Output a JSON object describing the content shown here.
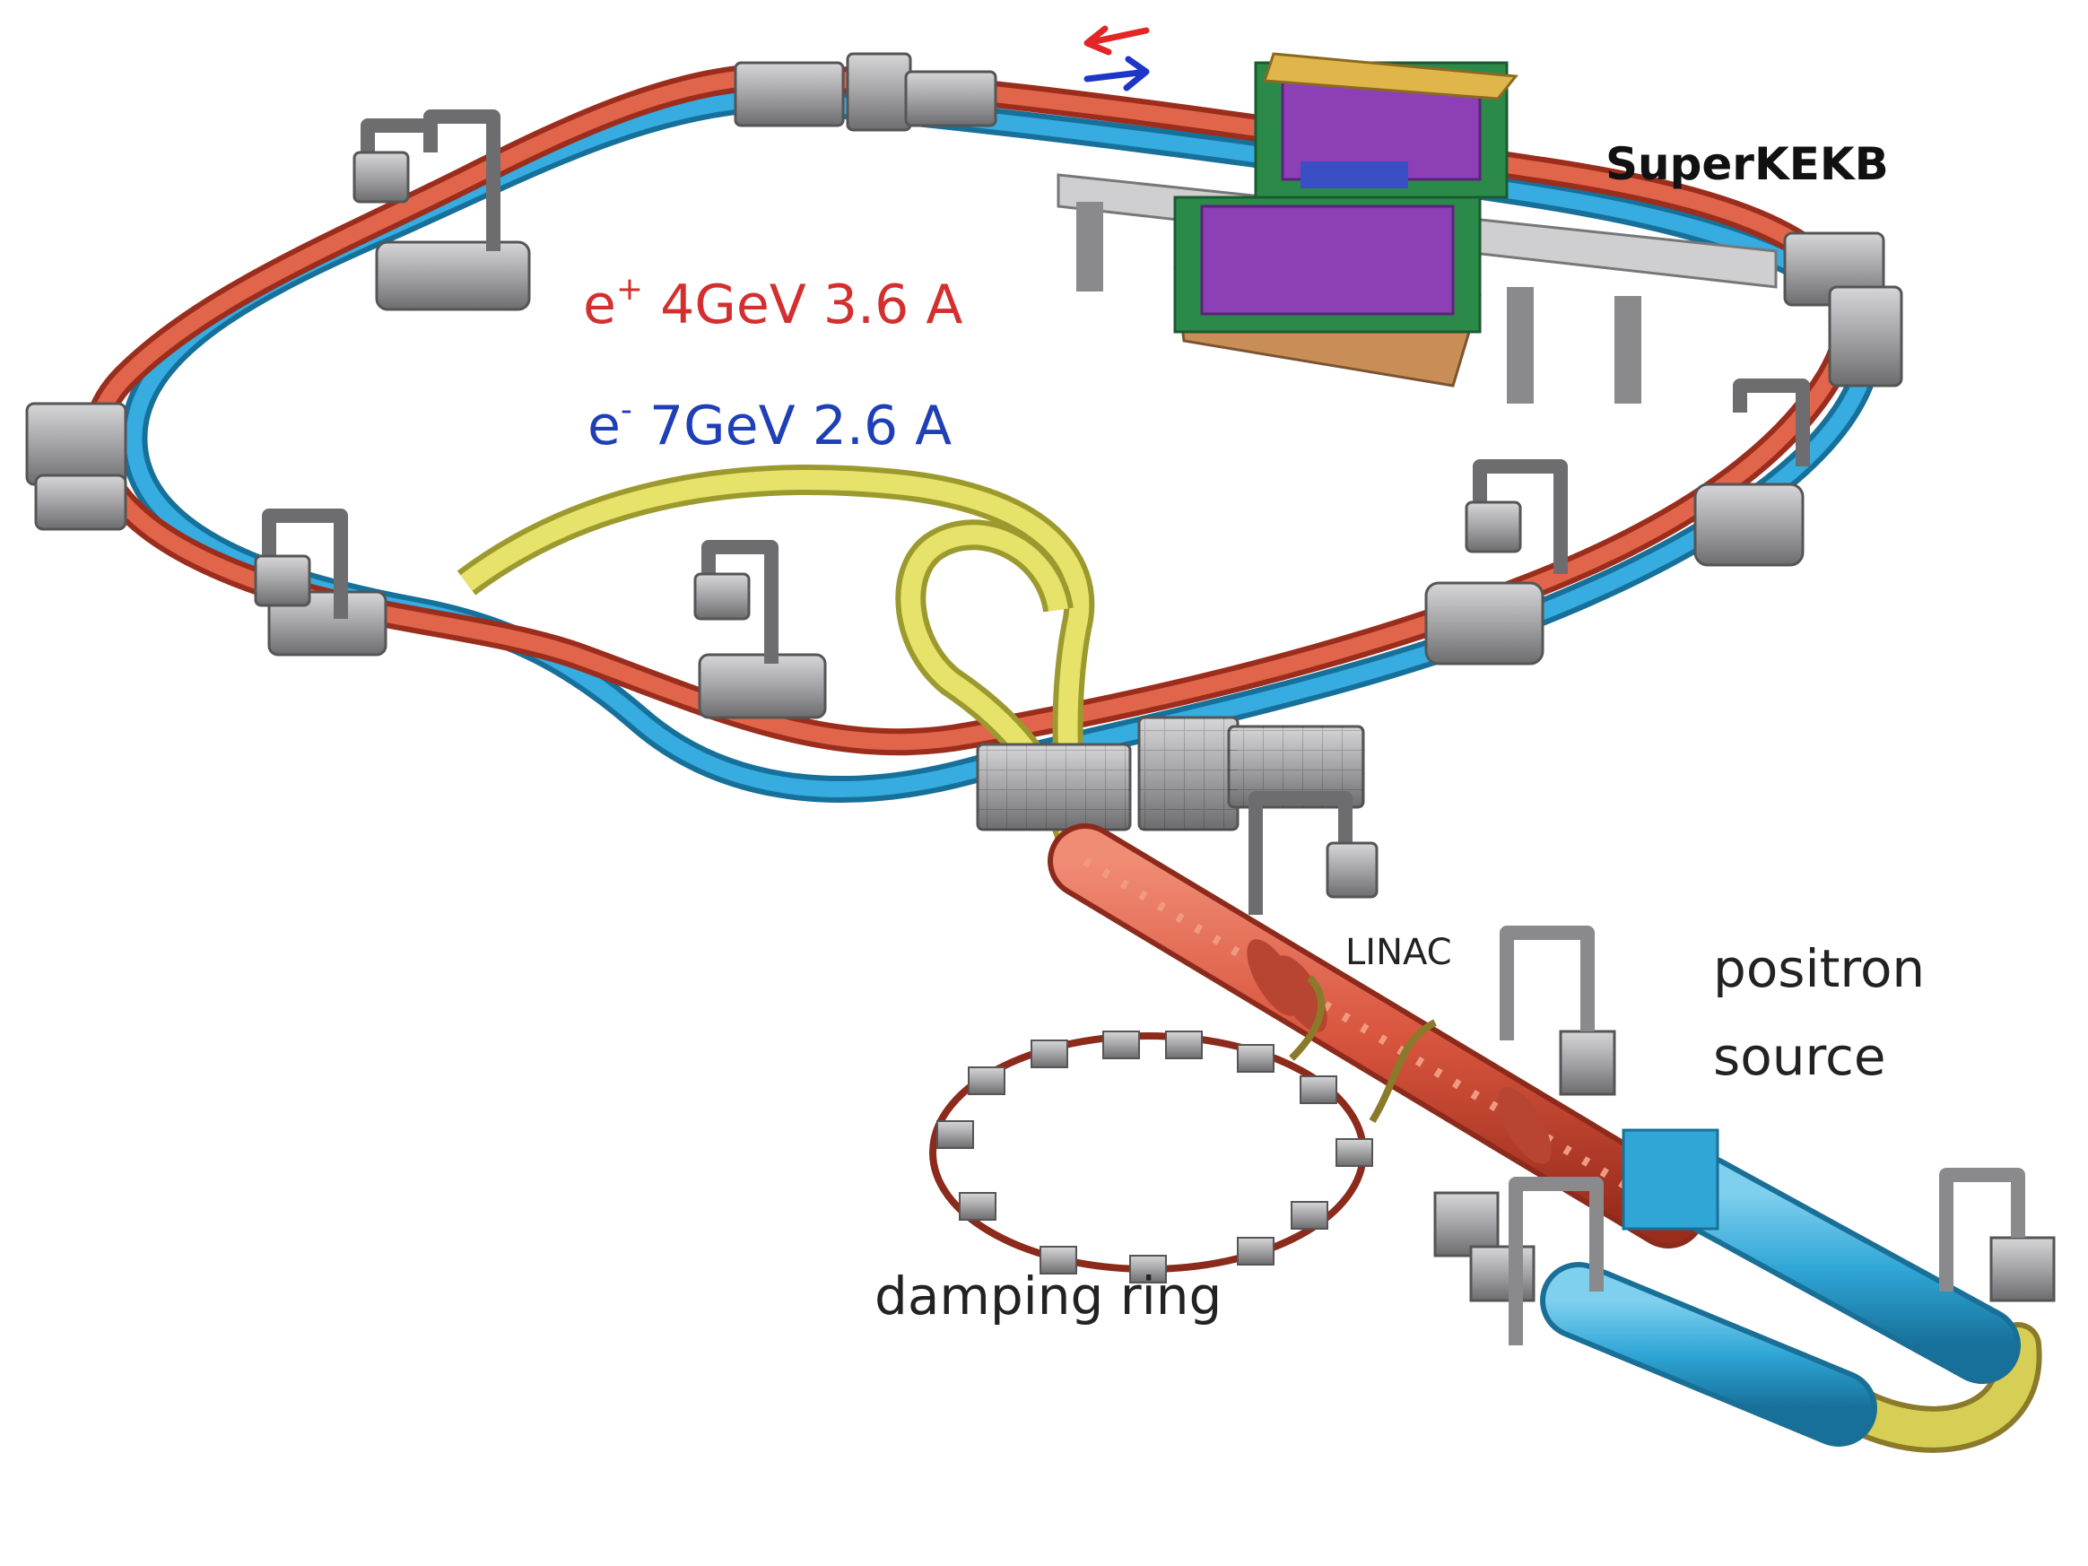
{
  "labels": {
    "title": "SuperKEKB",
    "positron_beam": {
      "particle": "e",
      "charge": "+",
      "spec": " 4GeV 3.6 A"
    },
    "electron_beam": {
      "particle": "e",
      "charge": "-",
      "spec": " 7GeV 2.6 A"
    },
    "linac": "LINAC",
    "positron_source_line1": "positron",
    "positron_source_line2": "source",
    "damping_ring": "damping ring"
  },
  "colors": {
    "positron_ring": "#d9553e",
    "electron_ring": "#2ba1d2",
    "transport_line": "#e1dd63",
    "linac": "#dc5b40",
    "positron_source": "#2fa6d6",
    "magnet": "#a9a9ab",
    "detector": "#8d3fb6",
    "positron_text": "#d32f2f",
    "electron_text": "#1f3fb6",
    "arrow_positron": "#e22626",
    "arrow_electron": "#1d36c8"
  },
  "icons": {
    "direction_positron": "arrow-left-icon",
    "direction_electron": "arrow-right-icon",
    "detector": "belle2-detector-icon"
  }
}
